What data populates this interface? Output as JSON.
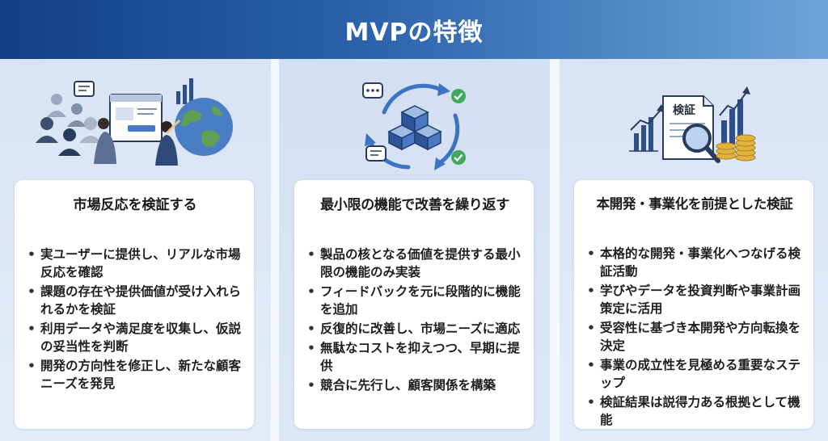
{
  "title": "MVPの特徴",
  "columns": [
    {
      "heading": "市場反応を検証する",
      "bullets": [
        "実ユーザーに提供し、リアルな市場反応を確認",
        "課題の存在や提供価値が受け入れられるかを検証",
        "利用データや満足度を収集し、仮説の妥当性を判断",
        "開発の方向性を修正し、新たな顧客ニーズを発見"
      ]
    },
    {
      "heading": "最小限の機能で改善を繰り返す",
      "bullets": [
        "製品の核となる価値を提供する最小限の機能のみ実装",
        "フィードバックを元に段階的に機能を追加",
        "反復的に改善し、市場ニーズに適応",
        "無駄なコストを抑えつつ、早期に提供",
        "競合に先行し、顧客関係を構築"
      ]
    },
    {
      "heading": "本開発・事業化を前提とした検証",
      "illustration_label": "検証",
      "bullets": [
        "本格的な開発・事業化へつなげる検証活動",
        "学びやデータを投資判断や事業計画策定に活用",
        "受容性に基づき本開発や方向転換を決定",
        "事業の成立性を見極める重要なステップ",
        "検証結果は説得力ある根拠として機能"
      ]
    }
  ],
  "colors": {
    "header_start": "#123f86",
    "header_end": "#6ea4d8",
    "accent_navy": "#1f3f75",
    "accent_green": "#3faa5a",
    "accent_gold": "#e3b23c"
  }
}
